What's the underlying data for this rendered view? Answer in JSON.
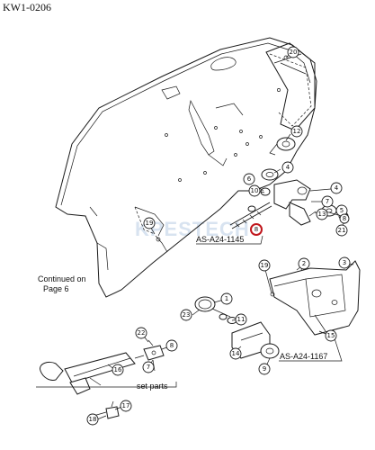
{
  "document_code": "KW1-0206",
  "note_text_line1": "Continued on",
  "note_text_line2": "Page 6",
  "assembly_labels": {
    "upper": "AS-A24-1145",
    "lower": "AS-A24-1167"
  },
  "set_parts_label": "set parts",
  "watermark_text": "KPESTECH",
  "highlight_color": "#c0161c",
  "callouts": {
    "c20": "20",
    "c12": "12",
    "c4a": "4",
    "c6": "6",
    "c10": "10",
    "c4b": "4",
    "c7": "7",
    "c13": "13",
    "c5": "5",
    "c8": "8",
    "c21": "21",
    "c19a": "19",
    "c19b": "19",
    "c2": "2",
    "c3": "3",
    "c1": "1",
    "c23": "23",
    "c11": "11",
    "c15": "15",
    "c14": "14",
    "c9": "9",
    "c22": "22",
    "c16": "16",
    "c17": "17",
    "c18": "18"
  }
}
